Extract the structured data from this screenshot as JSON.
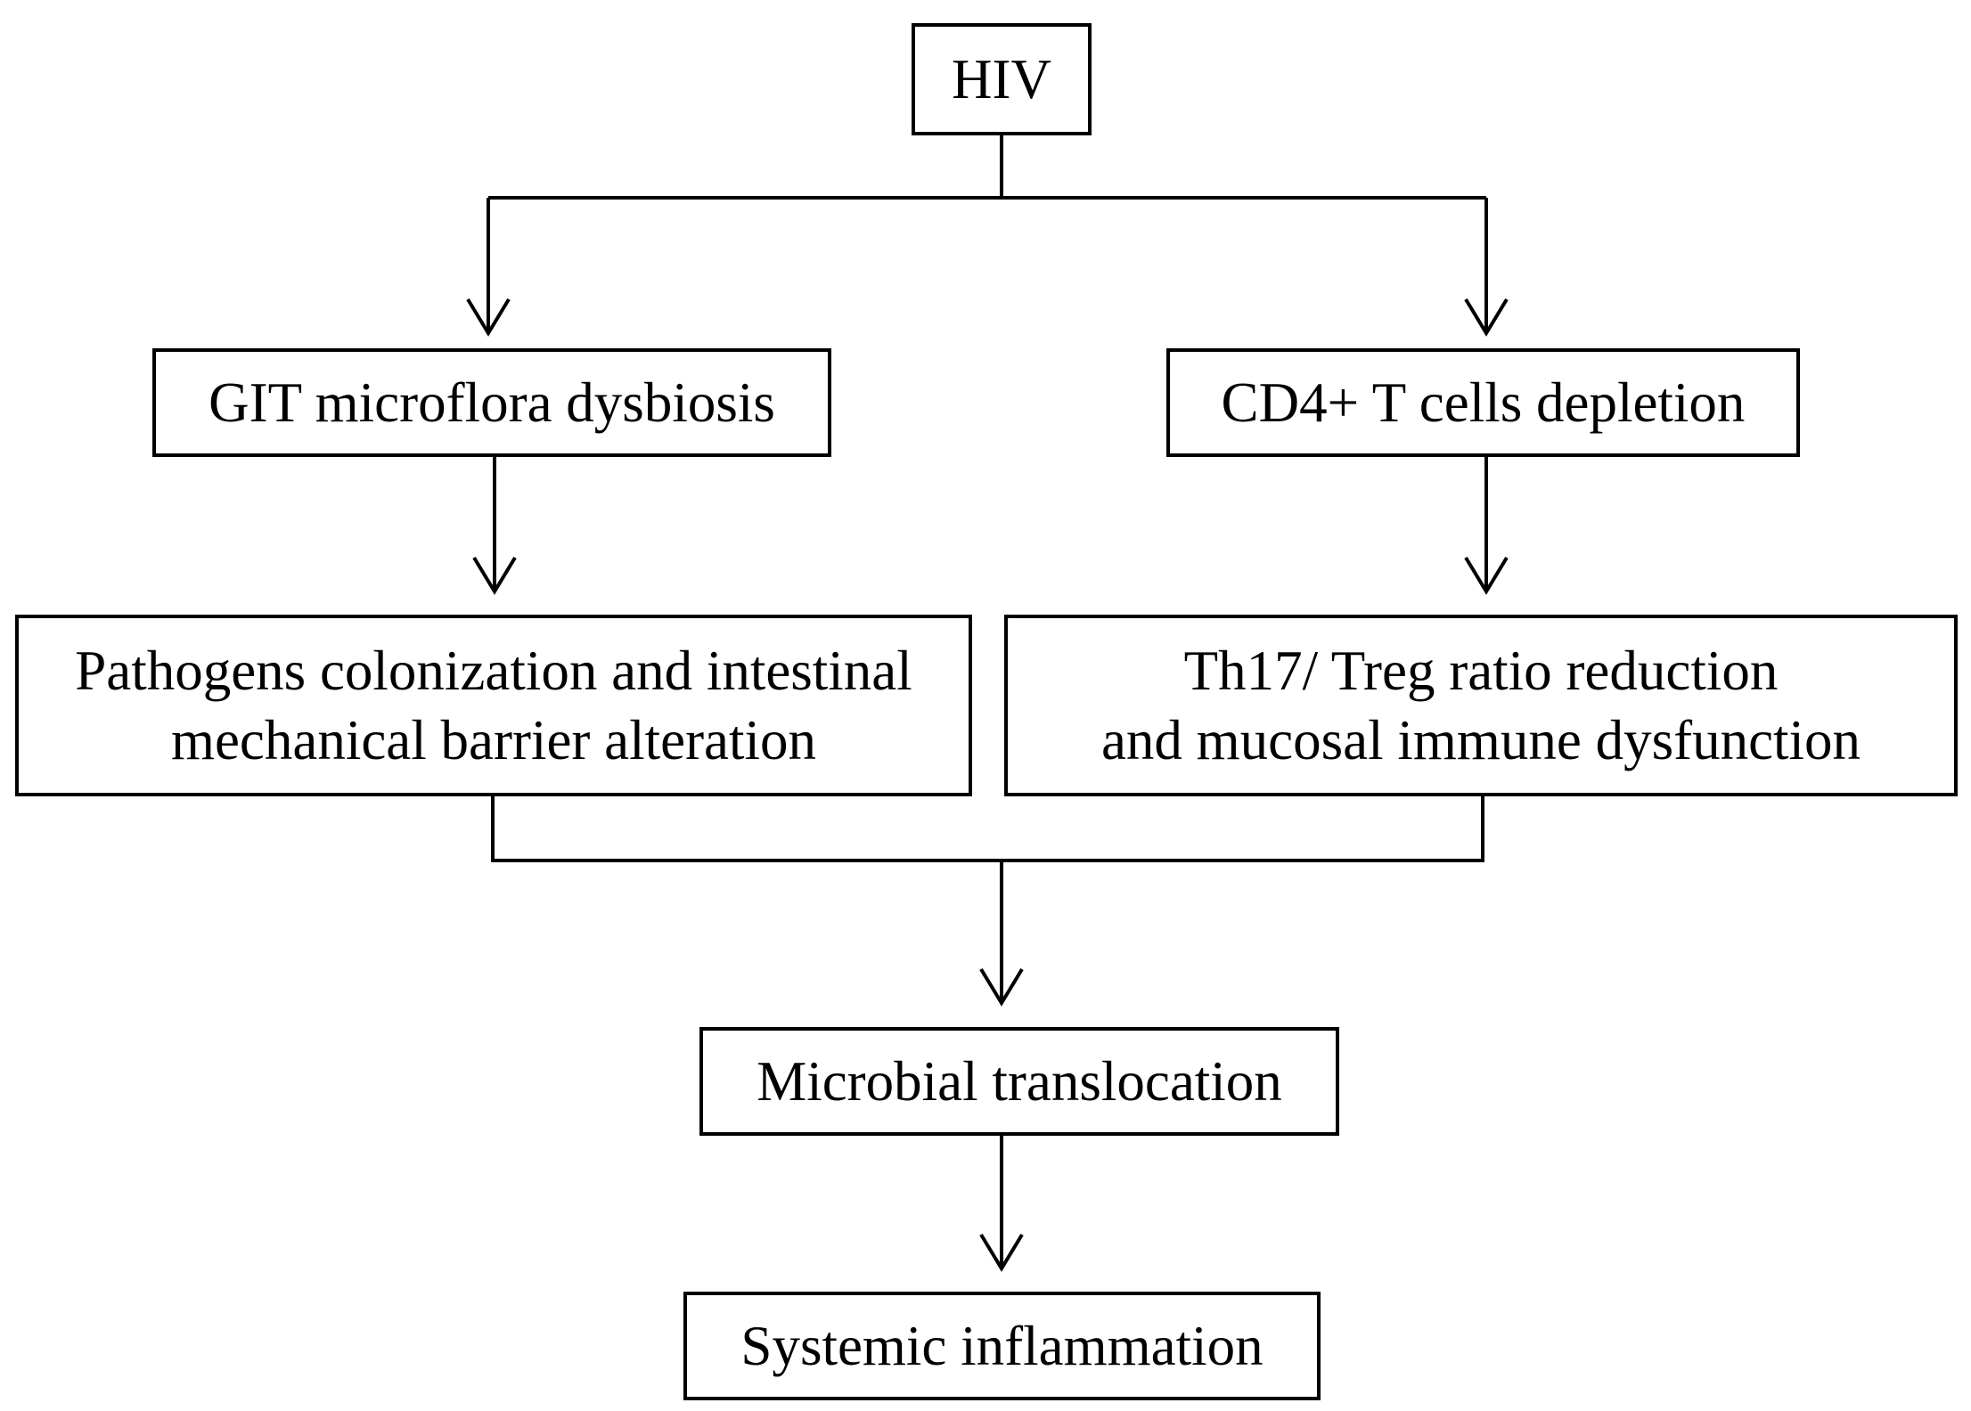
{
  "diagram": {
    "nodes": {
      "hiv": {
        "label": "HIV"
      },
      "git_dysbiosis": {
        "label": "GIT microflora dysbiosis"
      },
      "cd4_depletion": {
        "label": "CD4+ T cells depletion"
      },
      "pathogens": {
        "line1": "Pathogens colonization and  intestinal",
        "line2": "mechanical barrier alteration"
      },
      "th17": {
        "line1": "Th17/ Treg ratio reduction",
        "line2": "and mucosal immune dysfunction"
      },
      "translocation": {
        "label": "Microbial translocation"
      },
      "inflammation": {
        "label": "Systemic inflammation"
      }
    },
    "edges": [
      {
        "from": "hiv",
        "to": "git_dysbiosis"
      },
      {
        "from": "hiv",
        "to": "cd4_depletion"
      },
      {
        "from": "git_dysbiosis",
        "to": "pathogens"
      },
      {
        "from": "cd4_depletion",
        "to": "th17"
      },
      {
        "from": "pathogens",
        "to": "translocation"
      },
      {
        "from": "th17",
        "to": "translocation"
      },
      {
        "from": "translocation",
        "to": "inflammation"
      }
    ],
    "colors": {
      "line": "#000000",
      "box_border": "#000000",
      "background": "#ffffff"
    }
  }
}
